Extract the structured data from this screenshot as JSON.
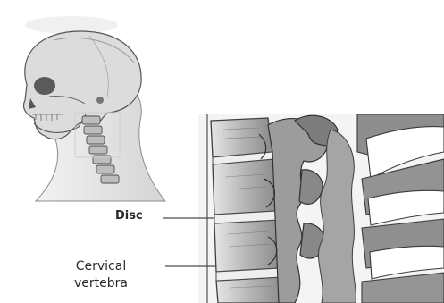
{
  "labels": {
    "disc": "Disc",
    "cervical_line1": "Cervical",
    "cervical_line2": "vertebra"
  },
  "colors": {
    "line": "#4a4a4a",
    "bone_fill": "#c9c9c9",
    "bone_dark": "#6e6e6e",
    "bone_light": "#e8e8e8",
    "background": "#ffffff"
  }
}
